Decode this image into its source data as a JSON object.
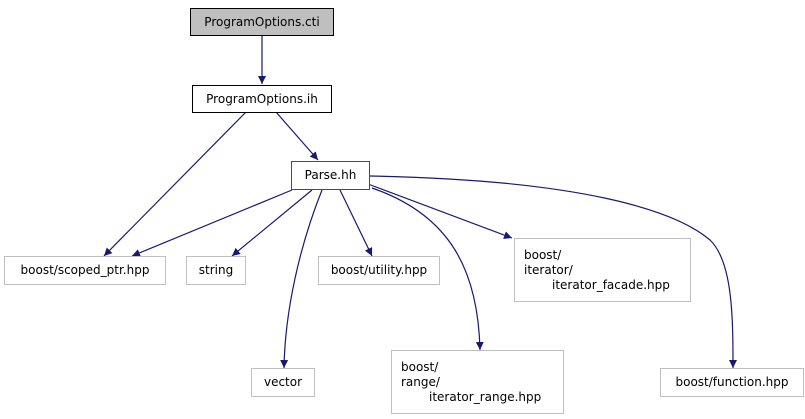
{
  "colors": {
    "edge": "#191970",
    "node_border": "#bfbfbf",
    "root_fill": "#bfbfbf",
    "focus_border": "#ff0000"
  },
  "nodes": {
    "program_options_cti": {
      "label": "ProgramOptions.cti"
    },
    "program_options_ih": {
      "label": "ProgramOptions.ih"
    },
    "parse_hh": {
      "label": "Parse.hh"
    },
    "scoped_ptr": {
      "label": "boost/scoped_ptr.hpp"
    },
    "string": {
      "label": "string"
    },
    "utility": {
      "label": "boost/utility.hpp"
    },
    "iterator_facade": {
      "lines": [
        "boost/",
        "iterator/",
        "iterator_facade.hpp"
      ]
    },
    "vector": {
      "label": "vector"
    },
    "iterator_range": {
      "lines": [
        "boost/",
        "range/",
        "iterator_range.hpp"
      ]
    },
    "function": {
      "label": "boost/function.hpp"
    }
  }
}
